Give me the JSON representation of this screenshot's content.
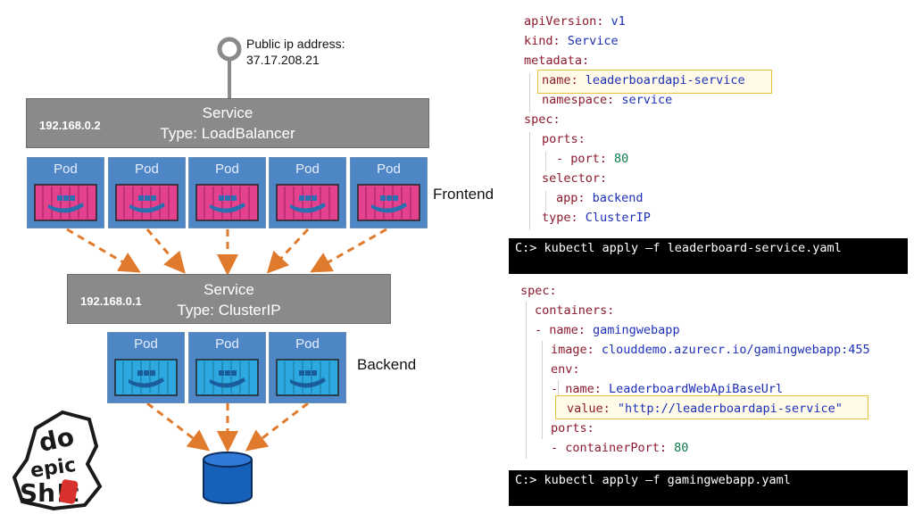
{
  "public_ip": {
    "label": "Public ip address:",
    "value": "37.17.208.21"
  },
  "frontend_service": {
    "ip": "192.168.0.2",
    "title": "Service",
    "type": "Type: LoadBalancer"
  },
  "frontend_pods": [
    "Pod",
    "Pod",
    "Pod",
    "Pod",
    "Pod"
  ],
  "frontend_label": "Frontend",
  "backend_service": {
    "ip": "192.168.0.1",
    "title": "Service",
    "type": "Type: ClusterIP"
  },
  "backend_pods": [
    "Pod",
    "Pod",
    "Pod"
  ],
  "backend_label": "Backend",
  "colors": {
    "frontend_container": "#e4418f",
    "backend_container": "#2ea8e0",
    "arrow": "#e07a2c",
    "service": "#8a8a8a",
    "pod_bg": "#4f86c6",
    "database": "#1560b8",
    "highlight": "#e8c23a"
  },
  "logo": {
    "line1": "do",
    "line2": "epic",
    "line3": "Sh!t"
  },
  "service_yaml": {
    "l1": [
      "apiVersion:",
      " v1"
    ],
    "l2": [
      "kind:",
      " Service"
    ],
    "l3": [
      "metadata:"
    ],
    "l4": [
      "name:",
      " leaderboardapi-service"
    ],
    "l5": [
      "namespace:",
      " service"
    ],
    "l6": [
      "spec:"
    ],
    "l7": [
      "ports:"
    ],
    "l8": [
      "- port:",
      " 80"
    ],
    "l9": [
      "selector:"
    ],
    "l10": [
      "app:",
      " backend"
    ],
    "l11": [
      "type:",
      " ClusterIP"
    ]
  },
  "command1": "C:> kubectl apply –f leaderboard-service.yaml",
  "deployment_yaml": {
    "l1": [
      "spec:"
    ],
    "l2": [
      "containers:"
    ],
    "l3": [
      "- name:",
      " gamingwebapp"
    ],
    "l4": [
      "image:",
      " clouddemo.azurecr.io/gamingwebapp:455"
    ],
    "l5": [
      "env:"
    ],
    "l6": [
      "- name:",
      " LeaderboardWebApiBaseUrl"
    ],
    "l7": [
      "value:",
      " \"http://leaderboardapi-service\""
    ],
    "l8": [
      "ports:"
    ],
    "l9": [
      "- containerPort:",
      " 80"
    ]
  },
  "command2": "C:> kubectl apply –f gamingwebapp.yaml"
}
